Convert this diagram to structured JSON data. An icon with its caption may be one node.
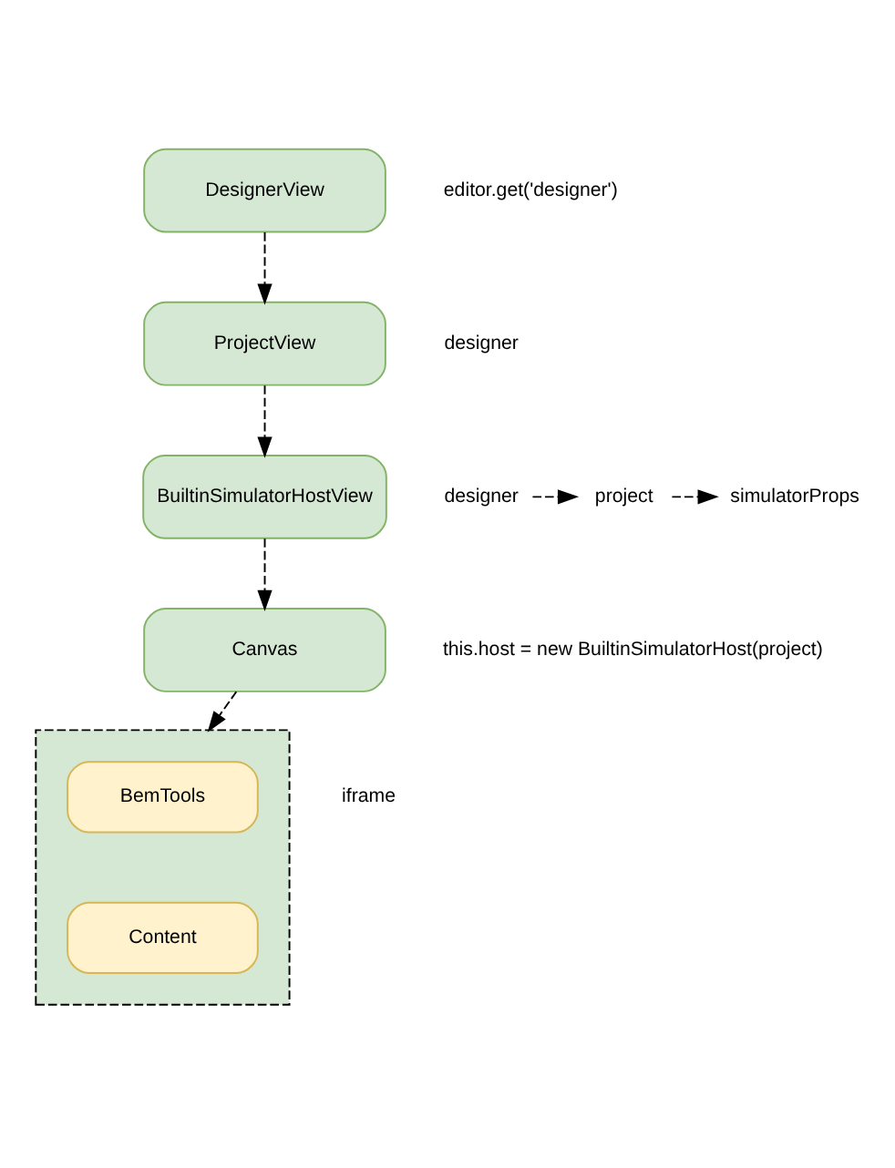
{
  "diagram": {
    "nodes": [
      {
        "text": [
          "DesignerView"
        ]
      },
      {
        "text": [
          "ProjectView"
        ]
      },
      {
        "text": [
          "BuiltinSimulatorHostView"
        ]
      },
      {
        "text": [
          "designer"
        ]
      },
      {
        "text": [
          "project"
        ]
      },
      {
        "text": [
          "simulatorProps"
        ]
      },
      {
        "text": [
          "Canvas"
        ]
      },
      {
        "text": [],
        "shape": "box"
      },
      {
        "text": [
          "BemTools"
        ],
        "in": 7
      },
      {
        "text": [
          "Content"
        ],
        "in": 7
      }
    ],
    "edges": [
      {
        "from": 0,
        "to": 1,
        "arrow": "to",
        "style": "dashed"
      },
      {
        "from": 1,
        "to": 2,
        "arrow": "to",
        "style": "dashed"
      },
      {
        "from": 3,
        "to": 4,
        "arrow": "to",
        "style": "dashed"
      },
      {
        "from": 4,
        "to": 5,
        "arrow": "to",
        "style": "dashed"
      },
      {
        "from": 2,
        "to": 6,
        "arrow": "to",
        "style": "dashed"
      },
      {
        "from": 6,
        "to": 7,
        "arrow": "to",
        "style": "dashed"
      }
    ],
    "labels": [
      "editor.get('designer')",
      "designer",
      "this.host = new BuiltinSimulatorHost(project)",
      "iframe"
    ]
  }
}
